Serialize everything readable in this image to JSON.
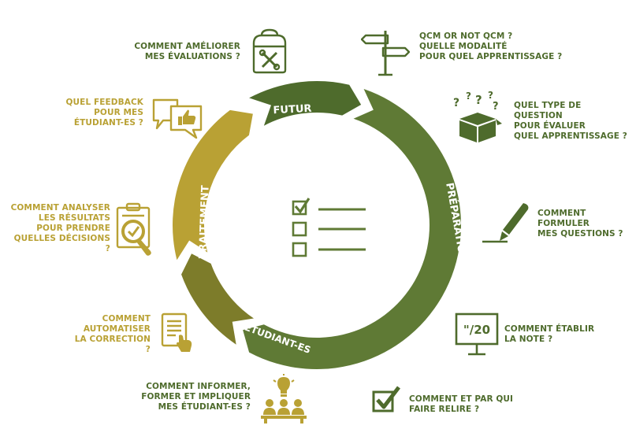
{
  "colors": {
    "dark_green": "#4e6b2c",
    "mid_green": "#5f7a35",
    "olive": "#7d7c2a",
    "gold": "#b9a134",
    "white": "#ffffff"
  },
  "segments": {
    "futur": "FUTUR",
    "preparation": "PRÉPARATION",
    "etudiant": "ÉTUDIANT-ES",
    "traitement": "TRAITEMENT"
  },
  "questions": {
    "ameliorer": "COMMENT AMÉLIORER\nMES ÉVALUATIONS ?",
    "qcm": "QCM OR NOT QCM ?\nQUELLE MODALITÉ\nPOUR QUEL APPRENTISSAGE ?",
    "type_question": "QUEL TYPE DE QUESTION\nPOUR ÉVALUER\nQUEL APPRENTISSAGE ?",
    "formuler": "COMMENT\nFORMULER\nMES QUESTIONS ?",
    "note": "COMMENT ÉTABLIR\nLA NOTE ?",
    "relire": "COMMENT ET PAR QUI\nFAIRE RELIRE ?",
    "informer": "COMMENT INFORMER,\nFORMER ET IMPLIQUER\nMES ÉTUDIANT-ES ?",
    "automatiser": "COMMENT\nAUTOMATISER\nLA CORRECTION ?",
    "analyser": "COMMENT ANALYSER\nLES RÉSULTATS\nPOUR PRENDRE\nQUELLES DÉCISIONS ?",
    "feedback": "QUEL FEEDBACK\nPOUR MES\nÉTUDIANT-ES ?"
  },
  "icons": {
    "ameliorer": "backpack-tools-icon",
    "qcm": "signpost-icon",
    "type_question": "question-box-icon",
    "formuler": "pen-signature-icon",
    "note": "grade-board-icon",
    "relire": "checkbox-icon",
    "informer": "lightbulb-audience-icon",
    "automatiser": "tablet-touch-icon",
    "analyser": "clipboard-magnifier-icon",
    "feedback": "feedback-bubbles-icon",
    "center": "checklist-icon"
  },
  "center_checklist": {
    "items": 3,
    "checked": [
      true,
      false,
      false
    ]
  },
  "note_board_text": "\"/20"
}
